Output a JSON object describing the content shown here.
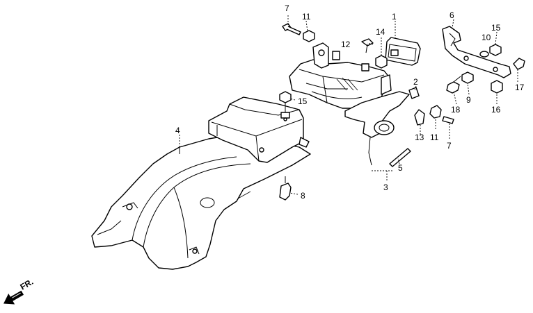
{
  "callouts": [
    "7",
    "11",
    "1",
    "6",
    "15",
    "10",
    "12",
    "14",
    "2",
    "17",
    "9",
    "18",
    "16",
    "15",
    "11",
    "13",
    "7",
    "4",
    "5",
    "3",
    "8"
  ],
  "direction_label": "FR.",
  "icons": {
    "front_arrow": "front-direction-arrow-icon"
  }
}
